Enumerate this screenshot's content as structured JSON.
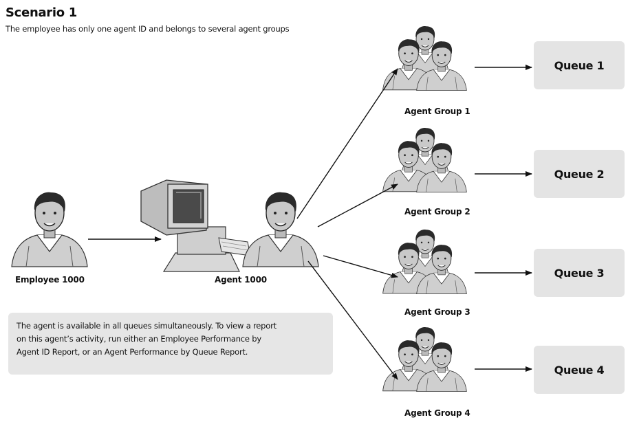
{
  "title": "Scenario 1",
  "subtitle": "The employee has only one agent ID and belongs to several agent groups",
  "employee": {
    "label": "Employee 1000"
  },
  "agent": {
    "label": "Agent 1000"
  },
  "groups": [
    {
      "label": "Agent Group 1",
      "queue": "Queue 1"
    },
    {
      "label": "Agent Group 2",
      "queue": "Queue 2"
    },
    {
      "label": "Agent Group 3",
      "queue": "Queue 3"
    },
    {
      "label": "Agent Group 4",
      "queue": "Queue 4"
    }
  ],
  "note": {
    "lines": [
      "The agent is available in all queues simultaneously. To view a report",
      "on this agent’s activity, run either an Employee Performance by",
      "Agent ID Report, or an Agent Performance by Queue Report."
    ]
  },
  "icons": {
    "employee": "person-icon",
    "computer": "computer-icon",
    "agent": "person-icon",
    "group": "people-group-icon"
  }
}
